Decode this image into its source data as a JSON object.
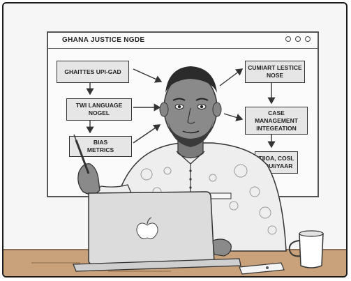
{
  "window": {
    "title": "GHANA JUSTICE NGDE"
  },
  "nodes": {
    "n1": "GHAITTES UPI-GAD",
    "n2": "TWI LANGUAGE\nNOGEL",
    "n3": "BIAS\nMETRICS",
    "n4": "CUMIART LESTICE\nNOSE",
    "n5": "CASE\nMANAGEMENT\nINTEGEATION",
    "n6": "TIIOA, COSL\nUOUI/YAAR"
  },
  "icons": {
    "window_controls": [
      "circle-icon",
      "circle-icon",
      "circle-icon"
    ],
    "laptop_logo": "apple-logo-icon"
  }
}
